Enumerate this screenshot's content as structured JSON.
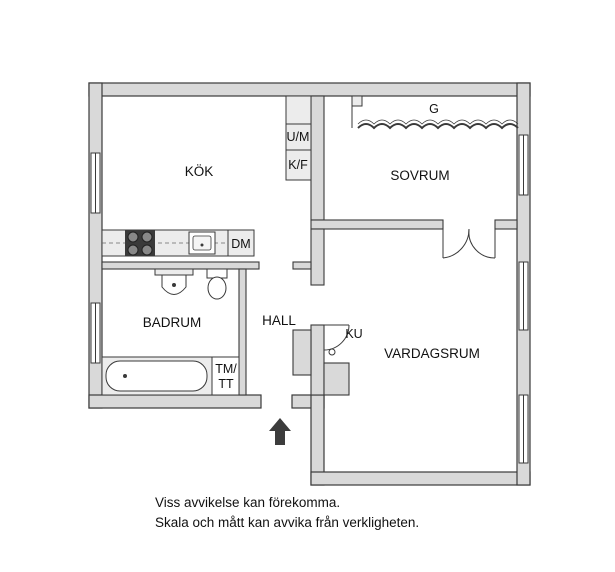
{
  "plan": {
    "rooms": {
      "kitchen": "KÖK",
      "bedroom": "SOVRUM",
      "bathroom": "BADRUM",
      "hall": "HALL",
      "living_room": "VARDAGSRUM"
    },
    "fixtures": {
      "fridge_freezer_upper": "U/M",
      "fridge_freezer_lower": "K/F",
      "dishwasher": "DM",
      "wardrobe": "G",
      "closet": "KU",
      "washer_dryer_line1": "TM/",
      "washer_dryer_line2": "TT"
    },
    "entrance": "entrance-arrow"
  },
  "disclaimer": {
    "line1": "Viss avvikelse kan förekomma.",
    "line2": "Skala och mått kan avvika från verkligheten."
  },
  "colors": {
    "wall_fill": "#d9d9d9",
    "wall_stroke": "#3a3a3a",
    "fixture_fill": "#ececec",
    "arrow_fill": "#3c3c3c"
  }
}
